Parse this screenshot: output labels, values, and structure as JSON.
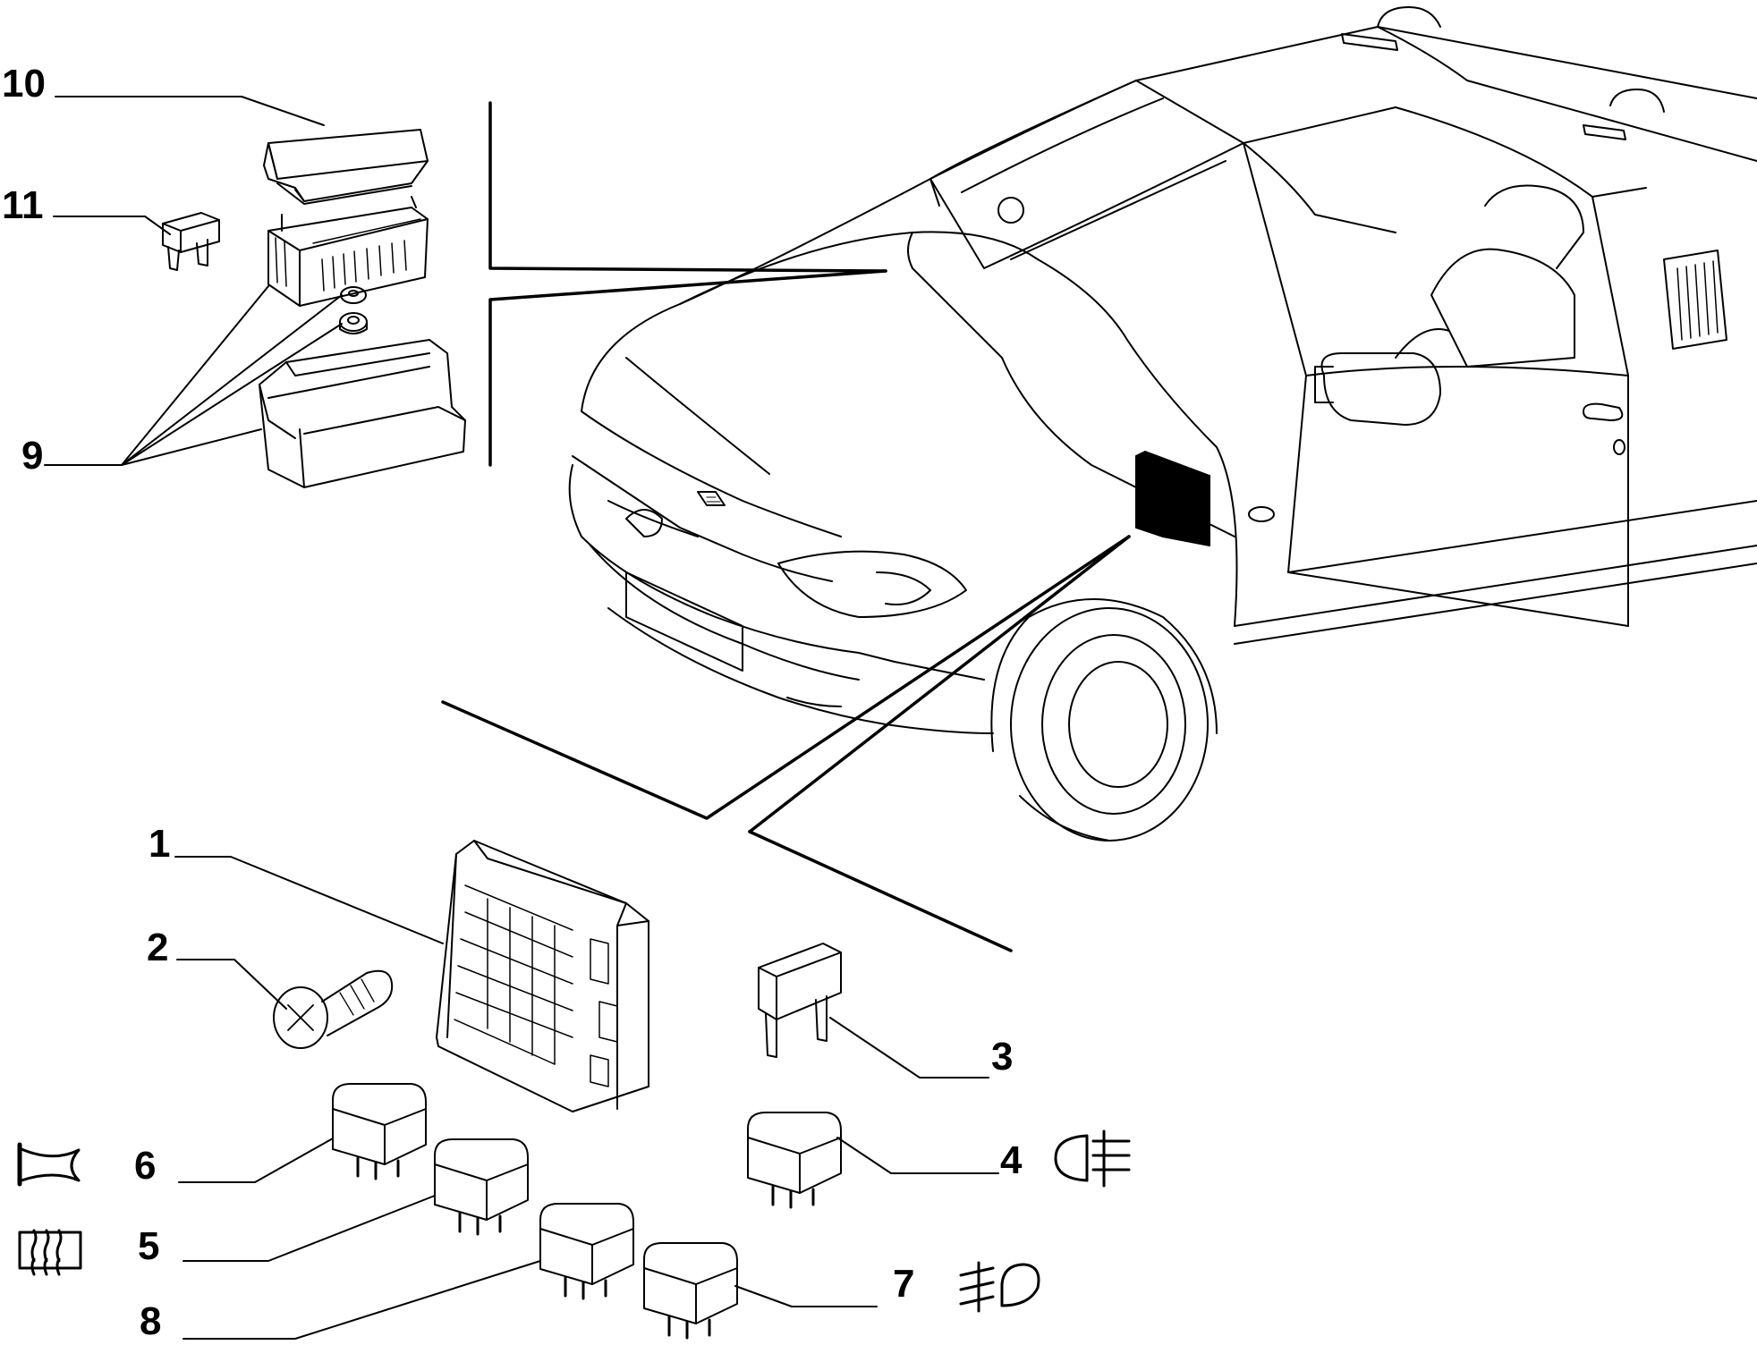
{
  "callouts": {
    "c1": "1",
    "c2": "2",
    "c3": "3",
    "c4": "4",
    "c5": "5",
    "c6": "6",
    "c7": "7",
    "c8": "8",
    "c9": "9",
    "c10": "10",
    "c11": "11"
  },
  "icons": {
    "part6_symbol": "horn-icon",
    "part5_symbol": "rear-window-defroster-icon",
    "part4_symbol": "rear-fog-light-icon",
    "part7_symbol": "front-fog-light-icon"
  },
  "colors": {
    "ink": "#000000",
    "paper": "#ffffff"
  }
}
